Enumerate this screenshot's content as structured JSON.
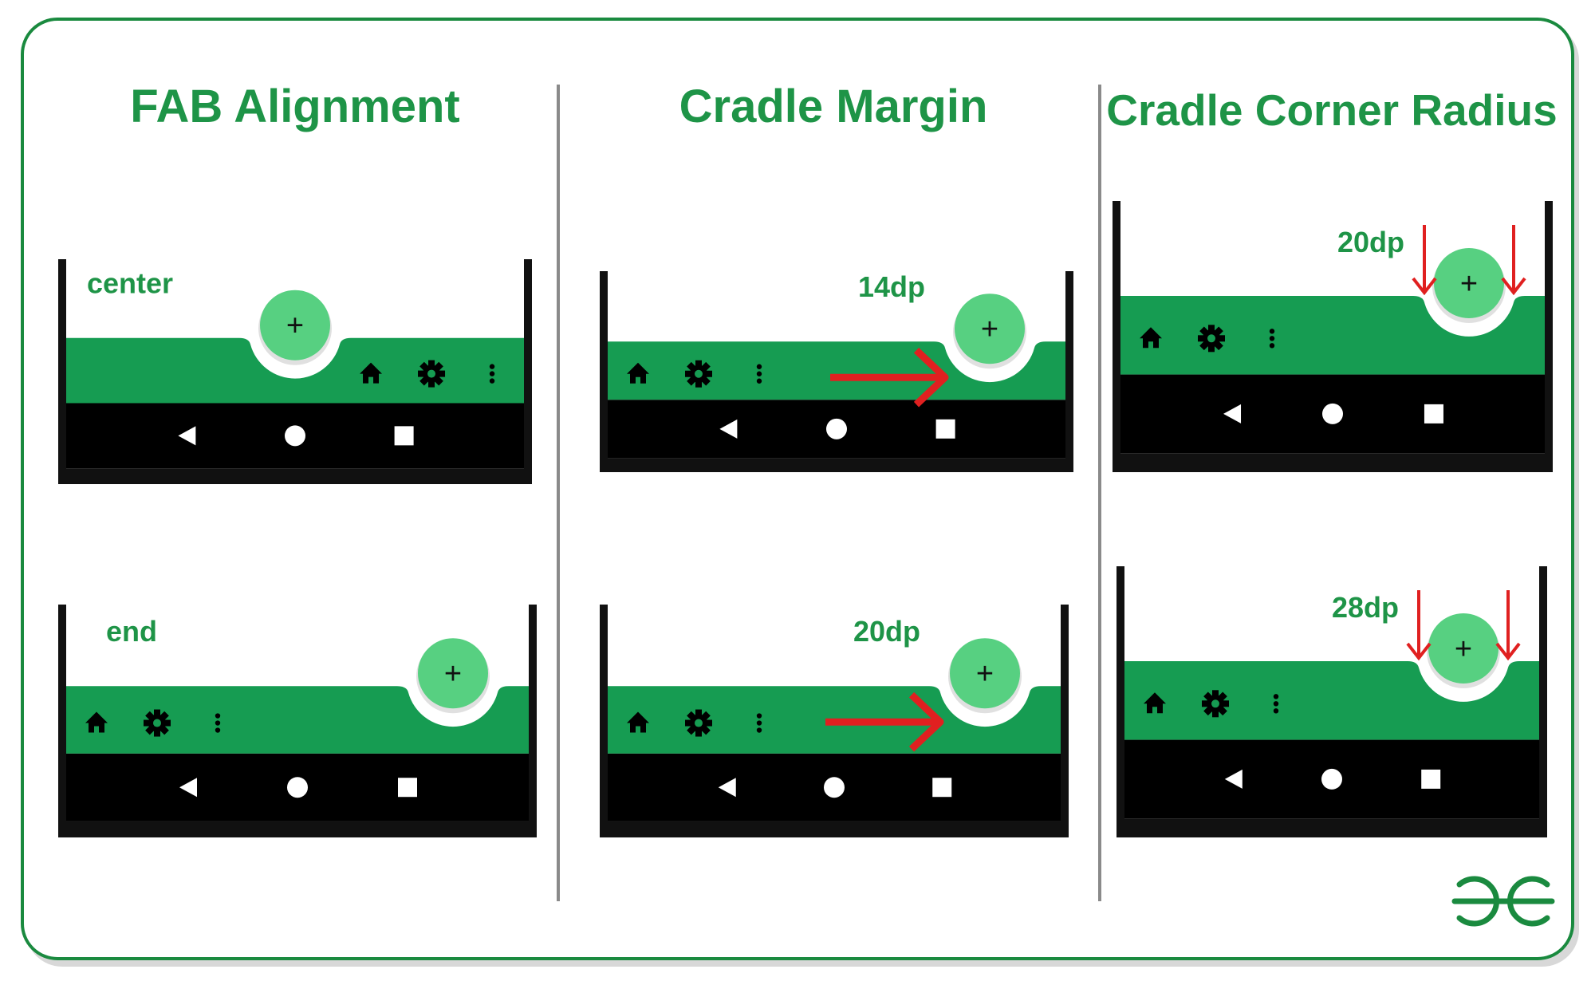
{
  "columns": [
    {
      "title": "FAB Alignment",
      "panels": [
        {
          "label": "center",
          "fab_alignment": "center",
          "arrows": "none"
        },
        {
          "label": "end",
          "fab_alignment": "end",
          "arrows": "none"
        }
      ]
    },
    {
      "title": "Cradle Margin",
      "panels": [
        {
          "label": "14dp",
          "fab_alignment": "end",
          "arrows": "horizontal"
        },
        {
          "label": "20dp",
          "fab_alignment": "end",
          "arrows": "horizontal"
        }
      ]
    },
    {
      "title": "Cradle Corner Radius",
      "panels": [
        {
          "label": "20dp",
          "fab_alignment": "end",
          "arrows": "vertical"
        },
        {
          "label": "28dp",
          "fab_alignment": "end",
          "arrows": "vertical"
        }
      ]
    }
  ],
  "fab_symbol": "+",
  "icons": [
    "home-icon",
    "settings-gear-icon",
    "more-vertical-icon",
    "back-triangle-icon",
    "home-circle-icon",
    "recents-square-icon"
  ],
  "logo_text": "GG",
  "colors": {
    "title_green": "#1e9447",
    "bar_green": "#169c52",
    "fab_green": "#57d081",
    "arrow_red": "#e02020",
    "frame_green": "#1a8a3f",
    "divider_gray": "#8a8a8a",
    "nav_black": "#000000"
  }
}
